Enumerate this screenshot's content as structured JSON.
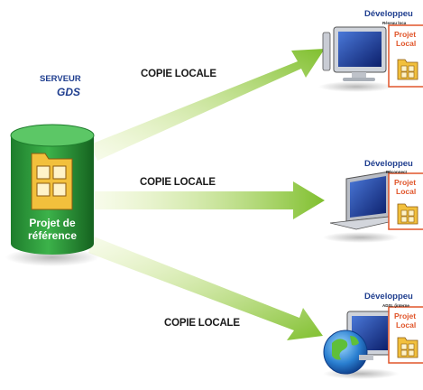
{
  "server": {
    "title_line1": "SERVEUR",
    "title_line2": "GDS",
    "project_line1": "Projet de",
    "project_line2": "référence"
  },
  "arrows": [
    {
      "label": "COPIE LOCALE"
    },
    {
      "label": "COPIE LOCALE"
    },
    {
      "label": "COPIE LOCALE"
    }
  ],
  "developers": [
    {
      "title": "Développeu",
      "subtitle": "Réseau loca",
      "project_line1": "Projet",
      "project_line2": "Local",
      "device": "desktop-computer"
    },
    {
      "title": "Développeu",
      "subtitle": "Déconnect",
      "project_line1": "Projet",
      "project_line2": "Local",
      "device": "laptop"
    },
    {
      "title": "Développeu",
      "subtitle": "ADSL (interne",
      "project_line1": "Projet",
      "project_line2": "Local",
      "device": "globe-computer"
    }
  ],
  "colors": {
    "arrow": "#8cc63f",
    "server": "#2e9b3e",
    "title": "#1f3e8f",
    "project_local": "#e0552a"
  }
}
